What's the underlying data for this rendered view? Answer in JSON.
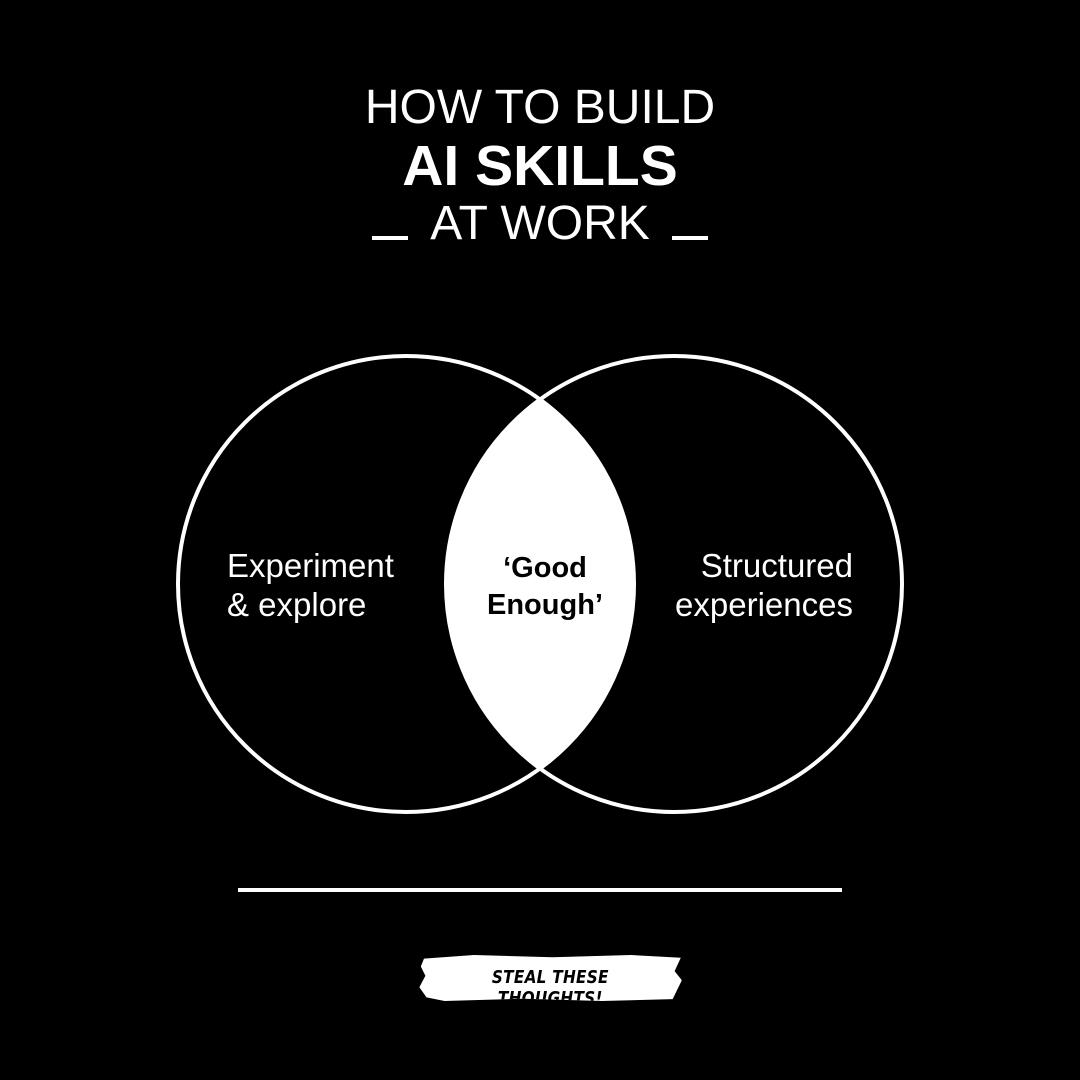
{
  "title": {
    "line1": "HOW TO BUILD",
    "line2": "AI SKILLS",
    "line3": "AT WORK"
  },
  "venn": {
    "left_label": [
      "Experiment",
      "& explore"
    ],
    "overlap_label": [
      "‘Good",
      "Enough’"
    ],
    "right_label": [
      "Structured",
      "experiences"
    ]
  },
  "logo": {
    "text": "STEAL THESE THOUGHTS!"
  },
  "colors": {
    "background": "#000000",
    "foreground": "#ffffff"
  }
}
